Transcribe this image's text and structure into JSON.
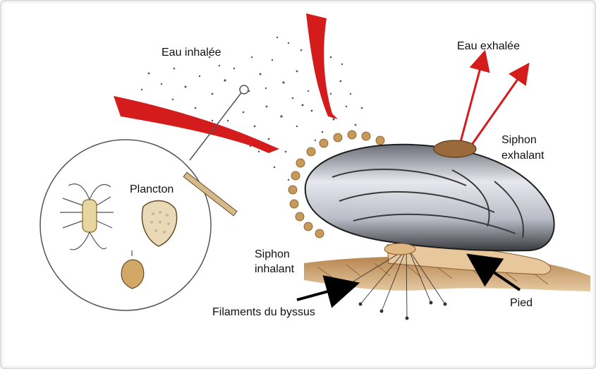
{
  "labels": {
    "eau_inhalee": "Eau inhalée",
    "eau_exhalee": "Eau exhalée",
    "siphon_exhalant_1": "Siphon",
    "siphon_exhalant_2": "exhalant",
    "plancton": "Plancton",
    "siphon_inhalant_1": "Siphon",
    "siphon_inhalant_2": "inhalant",
    "filaments": "Filaments du byssus",
    "pied": "Pied"
  },
  "colors": {
    "water_arrow": "#d41c1c",
    "shell_dark": "#2a2a2a",
    "shell_light": "#d9dbe3",
    "ground": "#c49a6c",
    "siphon": "#9b6a3a"
  }
}
